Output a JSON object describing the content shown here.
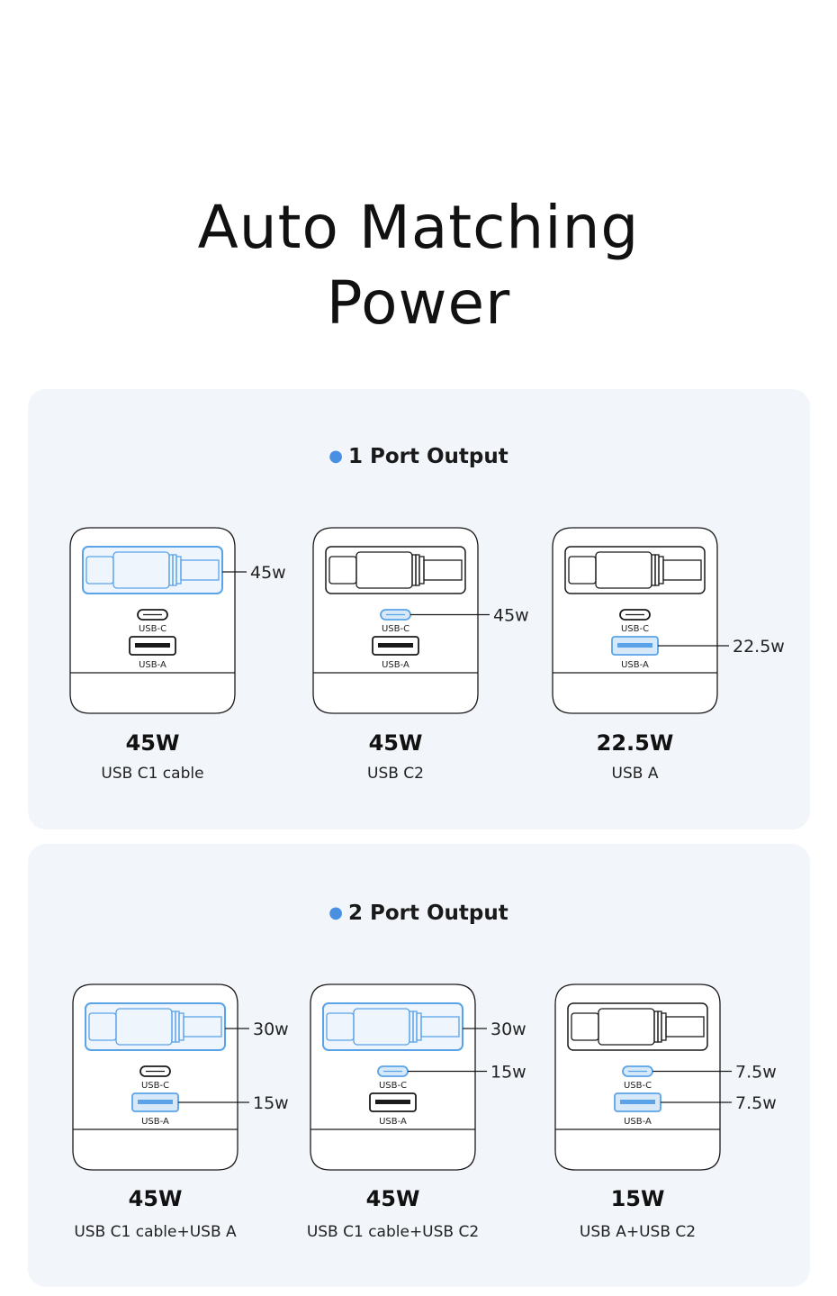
{
  "title": {
    "line1": "Auto Matching",
    "line2": "Power"
  },
  "sections": [
    {
      "heading": "1 Port Output",
      "cards": [
        {
          "watt": "45W",
          "desc": "USB C1 cable",
          "cable_active": true,
          "c_active": false,
          "a_active": false,
          "callouts": {
            "cable": "45w",
            "c": "",
            "a": ""
          }
        },
        {
          "watt": "45W",
          "desc": "USB C2",
          "cable_active": false,
          "c_active": true,
          "a_active": false,
          "callouts": {
            "cable": "",
            "c": "45w",
            "a": ""
          }
        },
        {
          "watt": "22.5W",
          "desc": "USB A",
          "cable_active": false,
          "c_active": false,
          "a_active": true,
          "callouts": {
            "cable": "",
            "c": "",
            "a": "22.5w"
          }
        }
      ]
    },
    {
      "heading": "2 Port Output",
      "cards": [
        {
          "watt": "45W",
          "desc": "USB C1 cable+USB A",
          "cable_active": true,
          "c_active": false,
          "a_active": true,
          "callouts": {
            "cable": "30w",
            "c": "",
            "a": "15w"
          }
        },
        {
          "watt": "45W",
          "desc": "USB C1 cable+USB C2",
          "cable_active": true,
          "c_active": true,
          "a_active": false,
          "callouts": {
            "cable": "30w",
            "c": "15w",
            "a": ""
          }
        },
        {
          "watt": "15W",
          "desc": "USB A+USB C2",
          "cable_active": false,
          "c_active": true,
          "a_active": true,
          "callouts": {
            "cable": "",
            "c": "7.5w",
            "a": "7.5w"
          }
        }
      ]
    }
  ],
  "port_labels": {
    "usb_c": "USB-C",
    "usb_a": "USB-A"
  },
  "colors": {
    "accent": "#5aa3e8",
    "accent_fill": "#d7e8f8",
    "stroke": "#1a1a1a",
    "panel": "#f2f6fb"
  }
}
